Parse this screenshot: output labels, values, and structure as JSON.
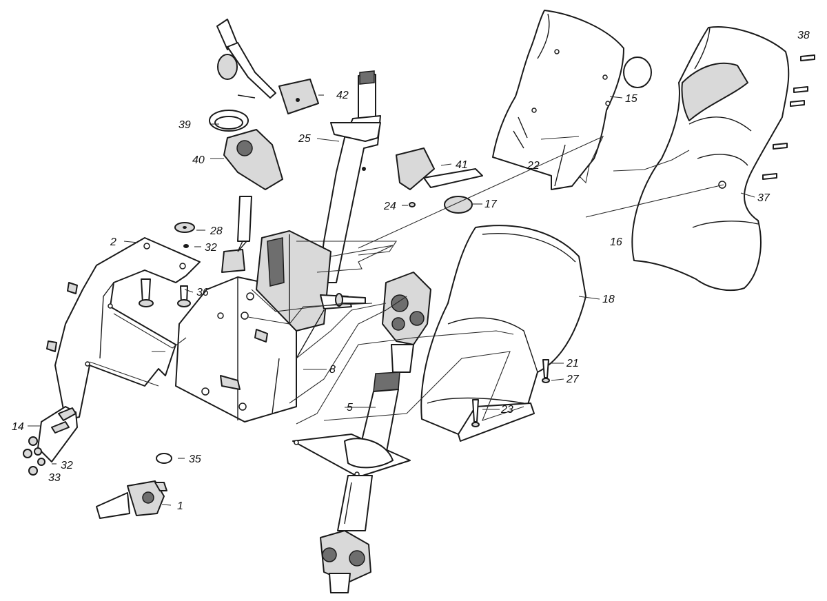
{
  "diagram": {
    "callouts": [
      {
        "id": "c1",
        "text": "1"
      },
      {
        "id": "c2",
        "text": "2"
      },
      {
        "id": "c5",
        "text": "5"
      },
      {
        "id": "c8",
        "text": "8"
      },
      {
        "id": "c14",
        "text": "14"
      },
      {
        "id": "c15",
        "text": "15"
      },
      {
        "id": "c16",
        "text": "16"
      },
      {
        "id": "c17",
        "text": "17"
      },
      {
        "id": "c18",
        "text": "18"
      },
      {
        "id": "c21",
        "text": "21"
      },
      {
        "id": "c22",
        "text": "22"
      },
      {
        "id": "c23",
        "text": "23"
      },
      {
        "id": "c24",
        "text": "24"
      },
      {
        "id": "c25",
        "text": "25"
      },
      {
        "id": "c27",
        "text": "27"
      },
      {
        "id": "c28",
        "text": "28"
      },
      {
        "id": "c32a",
        "text": "32"
      },
      {
        "id": "c32b",
        "text": "32"
      },
      {
        "id": "c33",
        "text": "33"
      },
      {
        "id": "c35",
        "text": "35"
      },
      {
        "id": "c36",
        "text": "36"
      },
      {
        "id": "c37",
        "text": "37"
      },
      {
        "id": "c38",
        "text": "38"
      },
      {
        "id": "c39",
        "text": "39"
      },
      {
        "id": "c40",
        "text": "40"
      },
      {
        "id": "c41",
        "text": "41"
      },
      {
        "id": "c42",
        "text": "42"
      }
    ]
  }
}
